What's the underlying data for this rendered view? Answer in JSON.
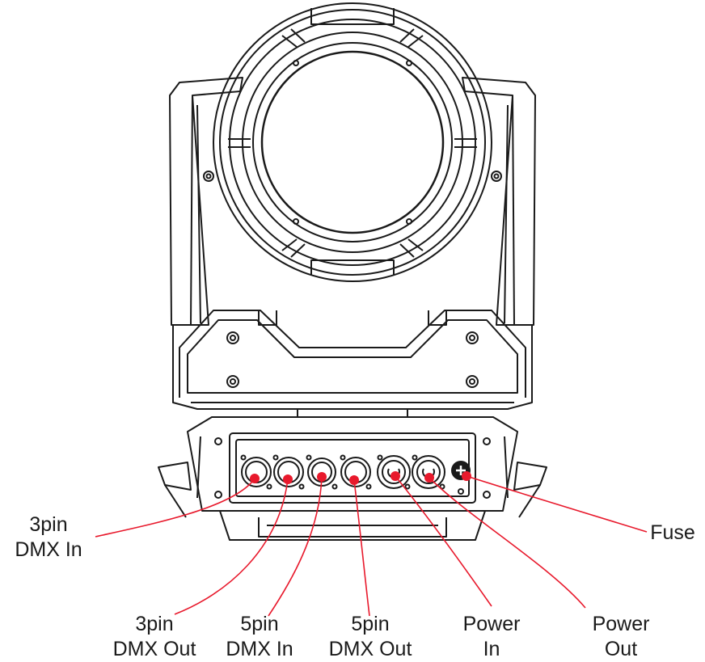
{
  "labels": {
    "pin3_dmx_in": {
      "line1": "3pin",
      "line2": "DMX In"
    },
    "pin3_dmx_out": {
      "line1": "3pin",
      "line2": "DMX Out"
    },
    "pin5_dmx_in": {
      "line1": "5pin",
      "line2": "DMX In"
    },
    "pin5_dmx_out": {
      "line1": "5pin",
      "line2": "DMX Out"
    },
    "power_in": {
      "line1": "Power",
      "line2": "In"
    },
    "power_out": {
      "line1": "Power",
      "line2": "Out"
    },
    "fuse": "Fuse"
  },
  "colors": {
    "outline": "#1a1a1a",
    "marker": "#e8192c",
    "leader": "#e8192c",
    "background": "#ffffff"
  }
}
